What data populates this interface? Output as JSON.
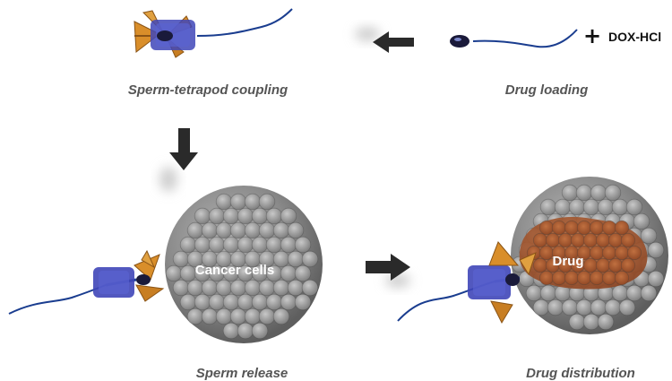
{
  "steps": {
    "drug_loading": {
      "caption": "Drug loading",
      "plus": "+",
      "reagent": "DOX-HCl"
    },
    "sperm_tetrapod_coupling": {
      "caption": "Sperm-tetrapod coupling"
    },
    "sperm_release": {
      "caption": "Sperm release",
      "cell_label": "Cancer cells"
    },
    "drug_distribution": {
      "caption": "Drug distribution",
      "drug_label": "Drug"
    }
  },
  "colors": {
    "tetrapod_blue": "#3f46b8",
    "tetrapod_arms": "#d98e2a",
    "cell_gray": "#8a8a8a",
    "drug_brown": "#a0552e",
    "arrow": "#2a2a2a",
    "sperm": "#1a3d8f"
  }
}
